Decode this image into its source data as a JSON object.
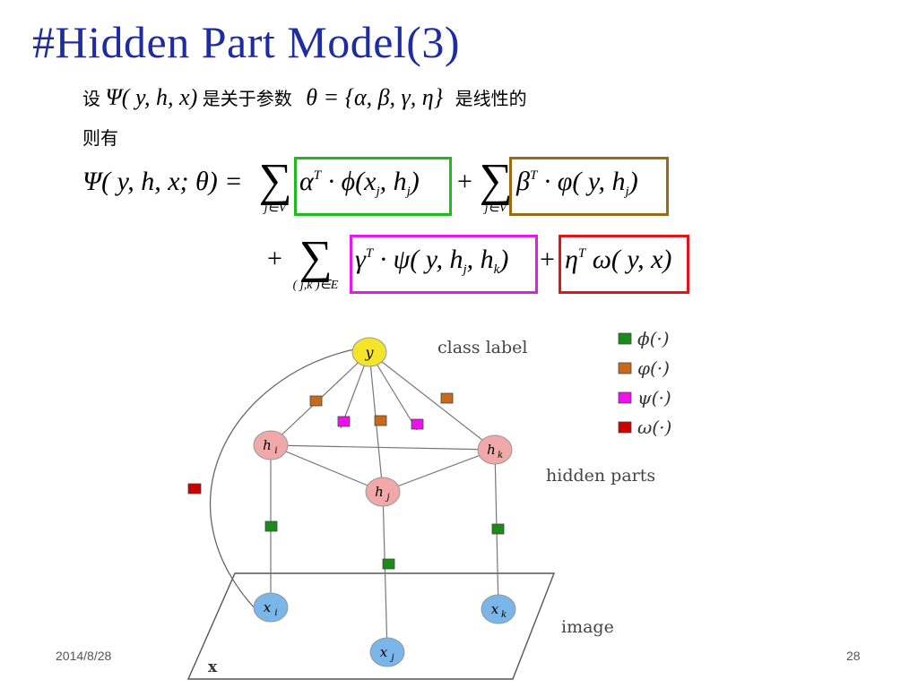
{
  "slide": {
    "title": "#Hidden Part Model(3)",
    "line1_prefix": "设",
    "line1_func": "Ψ( y, h, x)",
    "line1_mid": "是关于参数",
    "line1_params": "θ = {α, β, γ, η}",
    "line1_suffix": "是线性的",
    "line2": "则有",
    "eq1_lhs": "Ψ( y, h, x; θ) =",
    "sum1_index": "j∈V",
    "term1": "α",
    "term1_sup": "T",
    "term1_rest": "· ϕ(x",
    "term1_sub_a": "j",
    "term1_mid": ", h",
    "term1_sub_b": "j",
    "term1_close": ")",
    "plus1": "+",
    "sum2_index": "j∈V",
    "term2": "β",
    "term2_sup": "T",
    "term2_rest": "· φ( y, h",
    "term2_sub": "j",
    "term2_close": ")",
    "plus2": "+",
    "sum3_index": "( j,k )∈E",
    "term3": "γ",
    "term3_sup": "T",
    "term3_rest": "· ψ( y, h",
    "term3_sub_a": "j",
    "term3_mid": ", h",
    "term3_sub_b": "k",
    "term3_close": ")",
    "plus3": "+",
    "term4": "η",
    "term4_sup": "T",
    "term4_rest": "ω( y, x)",
    "footer_date": "2014/8/28",
    "footer_page": "28"
  },
  "diagram": {
    "label_class": "class label",
    "label_hidden": "hidden parts",
    "label_image": "image",
    "label_x": "x",
    "node_y": "y",
    "node_hi": "h",
    "node_hi_sub": "i",
    "node_hj": "h",
    "node_hj_sub": "j",
    "node_hk": "h",
    "node_hk_sub": "k",
    "node_xi": "x",
    "node_xi_sub": "i",
    "node_xj": "x",
    "node_xj_sub": "j",
    "node_xk": "x",
    "node_xk_sub": "k",
    "legend": [
      {
        "symbol": "ϕ(·)",
        "color": "#1a8a1a"
      },
      {
        "symbol": "φ(·)",
        "color": "#c8691c"
      },
      {
        "symbol": "ψ(·)",
        "color": "#ee11ee"
      },
      {
        "symbol": "ω(·)",
        "color": "#cc0000"
      }
    ]
  },
  "colors": {
    "title": "#1f2c9f",
    "box_green": "#1fba1f",
    "box_brown": "#9c6a12",
    "box_magenta": "#e51be5",
    "box_red": "#e0141b",
    "node_y": "#f5e52a",
    "node_h": "#f0a8a8",
    "node_x": "#7ab6ea"
  }
}
